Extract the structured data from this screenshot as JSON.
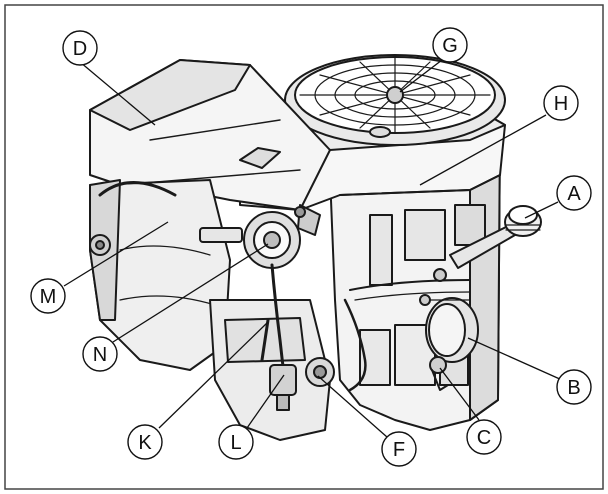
{
  "colors": {
    "ink": "#1a1a1a",
    "engine_fill": "#f4f4f4",
    "engine_shade": "#cfcfcf",
    "engine_dark": "#8a8a8a",
    "frame": "#444444"
  },
  "icons": [
    "engine-illustration",
    "callout-circle"
  ],
  "callouts": [
    {
      "id": "A",
      "label": "A"
    },
    {
      "id": "B",
      "label": "B"
    },
    {
      "id": "C",
      "label": "C"
    },
    {
      "id": "D",
      "label": "D"
    },
    {
      "id": "F",
      "label": "F"
    },
    {
      "id": "G",
      "label": "G"
    },
    {
      "id": "H",
      "label": "H"
    },
    {
      "id": "K",
      "label": "K"
    },
    {
      "id": "L",
      "label": "L"
    },
    {
      "id": "M",
      "label": "M"
    },
    {
      "id": "N",
      "label": "N"
    }
  ]
}
